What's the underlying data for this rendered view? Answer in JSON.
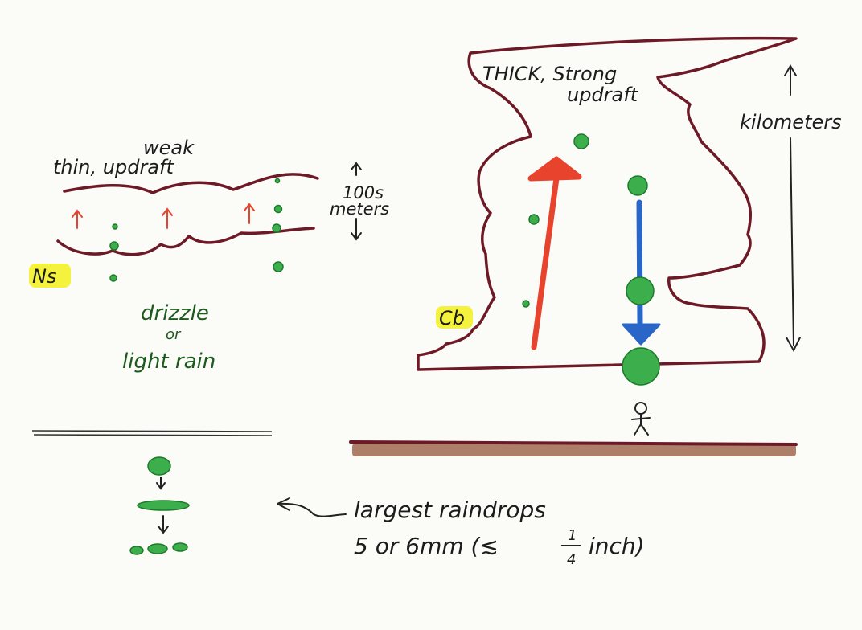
{
  "stratus": {
    "label_line1": "weak",
    "label_line2": "thin, updraft",
    "depth_label_line1": "100s",
    "depth_label_line2": "meters",
    "cloud_type": "Ns",
    "precip_line1": "drizzle",
    "precip_line2": "or",
    "precip_line3": "light rain"
  },
  "cumulonimbus": {
    "label_line1": "THICK, Strong",
    "label_line2": "updraft",
    "depth_label": "kilometers",
    "cloud_type": "Cb"
  },
  "raindrops": {
    "line1": "largest raindrops",
    "line2": "5 or 6mm (≲",
    "fraction_num": "1",
    "fraction_den": "4",
    "line2_end": "inch)"
  },
  "colors": {
    "cloud_outline": "#6e1a26",
    "updraft_red": "#e8432c",
    "downdraft_blue": "#2a66c8",
    "drop_green": "#3cae4c",
    "ground_brown": "#8b4a2b",
    "highlight_yellow": "#f4f23c",
    "text_green": "#1d5a1d"
  }
}
